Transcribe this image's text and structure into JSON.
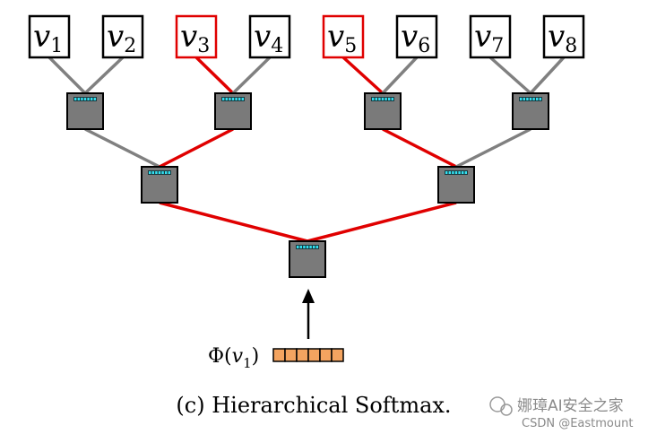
{
  "leaves": [
    {
      "base": "v",
      "sub": "1",
      "highlighted": false
    },
    {
      "base": "v",
      "sub": "2",
      "highlighted": false
    },
    {
      "base": "v",
      "sub": "3",
      "highlighted": true
    },
    {
      "base": "v",
      "sub": "4",
      "highlighted": false
    },
    {
      "base": "v",
      "sub": "5",
      "highlighted": true
    },
    {
      "base": "v",
      "sub": "6",
      "highlighted": false
    },
    {
      "base": "v",
      "sub": "7",
      "highlighted": false
    },
    {
      "base": "v",
      "sub": "8",
      "highlighted": false
    }
  ],
  "input_label": {
    "prefix": "Φ(",
    "base": "v",
    "sub": "1",
    "suffix": ")"
  },
  "input_vector_cells": 6,
  "caption": "(c) Hierarchical Softmax.",
  "watermark": {
    "line1": "娜璋AI安全之家",
    "line2": "CSDN @Eastmount"
  },
  "colors": {
    "highlight": "#e00000",
    "edge_default": "#808080",
    "node_fill": "#7a7a7a",
    "node_led": "#33e0f0",
    "vector_fill": "#f4a460"
  }
}
